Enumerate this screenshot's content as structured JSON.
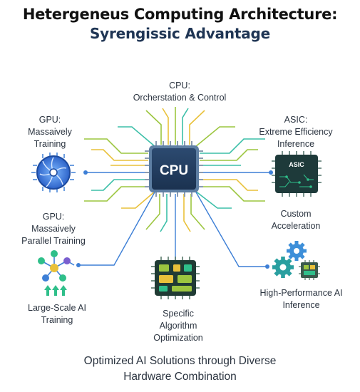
{
  "title": "Hetergeneus Computing Architecture:",
  "subtitle": "Syrengissic Advantage",
  "cpu": {
    "top_label_1": "CPU:",
    "top_label_2": "Orcherstation & Control",
    "chip_text": "CPU"
  },
  "gpu_top": {
    "line1": "GPU:",
    "line2": "Massaively",
    "line3": "Training"
  },
  "gpu_bottom": {
    "line1": "GPU:",
    "line2": "Massaively",
    "line3": "Parallel Training"
  },
  "asic": {
    "line1": "ASIC:",
    "line2": "Extreme Efficiency",
    "line3": "Inference",
    "chip_text": "ASIC",
    "sub1": "Custom",
    "sub2": "Acceleration"
  },
  "large_scale": {
    "line1": "Large-Scale AI",
    "line2": "Training"
  },
  "specific": {
    "line1": "Specific",
    "line2": "Algorithm",
    "line3": "Optimization"
  },
  "hpai": {
    "line1": "High-Performance AI",
    "line2": "Inference"
  },
  "footer": {
    "line1": "Optimized AI Solutions through Diverse",
    "line2": "Hardware Combination"
  },
  "colors": {
    "cpu_dark": "#1f3a5a",
    "cpu_border": "#5e7fa3",
    "trace_green": "#9cc63f",
    "trace_yellow": "#e9c13a",
    "trace_teal": "#3cbfa8",
    "connector_blue": "#3d7fd6",
    "accent_green": "#2fbf8a"
  }
}
